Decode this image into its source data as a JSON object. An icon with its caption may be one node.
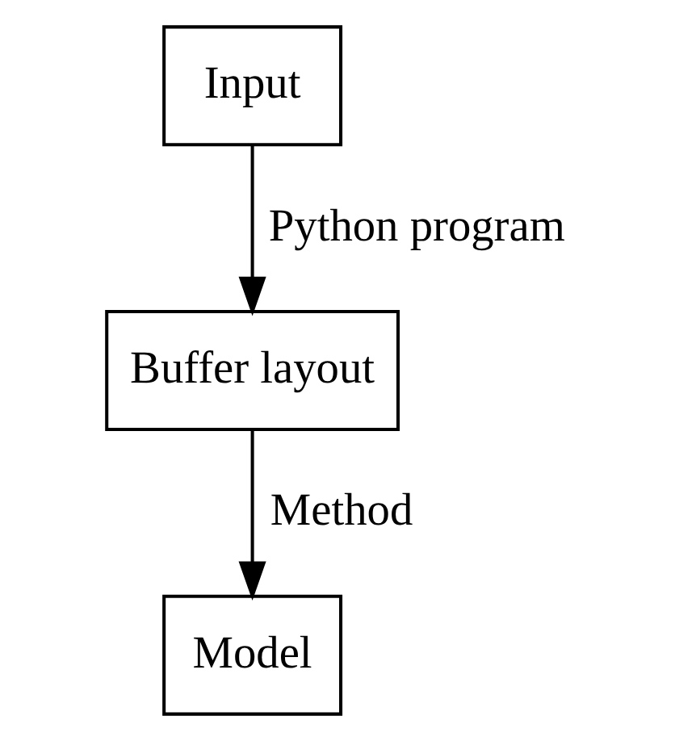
{
  "diagram": {
    "nodes": [
      {
        "text": [
          "Input"
        ]
      },
      {
        "text": [
          "Buffer layout"
        ]
      },
      {
        "text": [
          "Model"
        ]
      }
    ],
    "edges": [
      {
        "from": 0,
        "to": 1,
        "arrow": "to",
        "label": "Python program"
      },
      {
        "from": 1,
        "to": 2,
        "arrow": "to",
        "label": "Method"
      }
    ]
  }
}
